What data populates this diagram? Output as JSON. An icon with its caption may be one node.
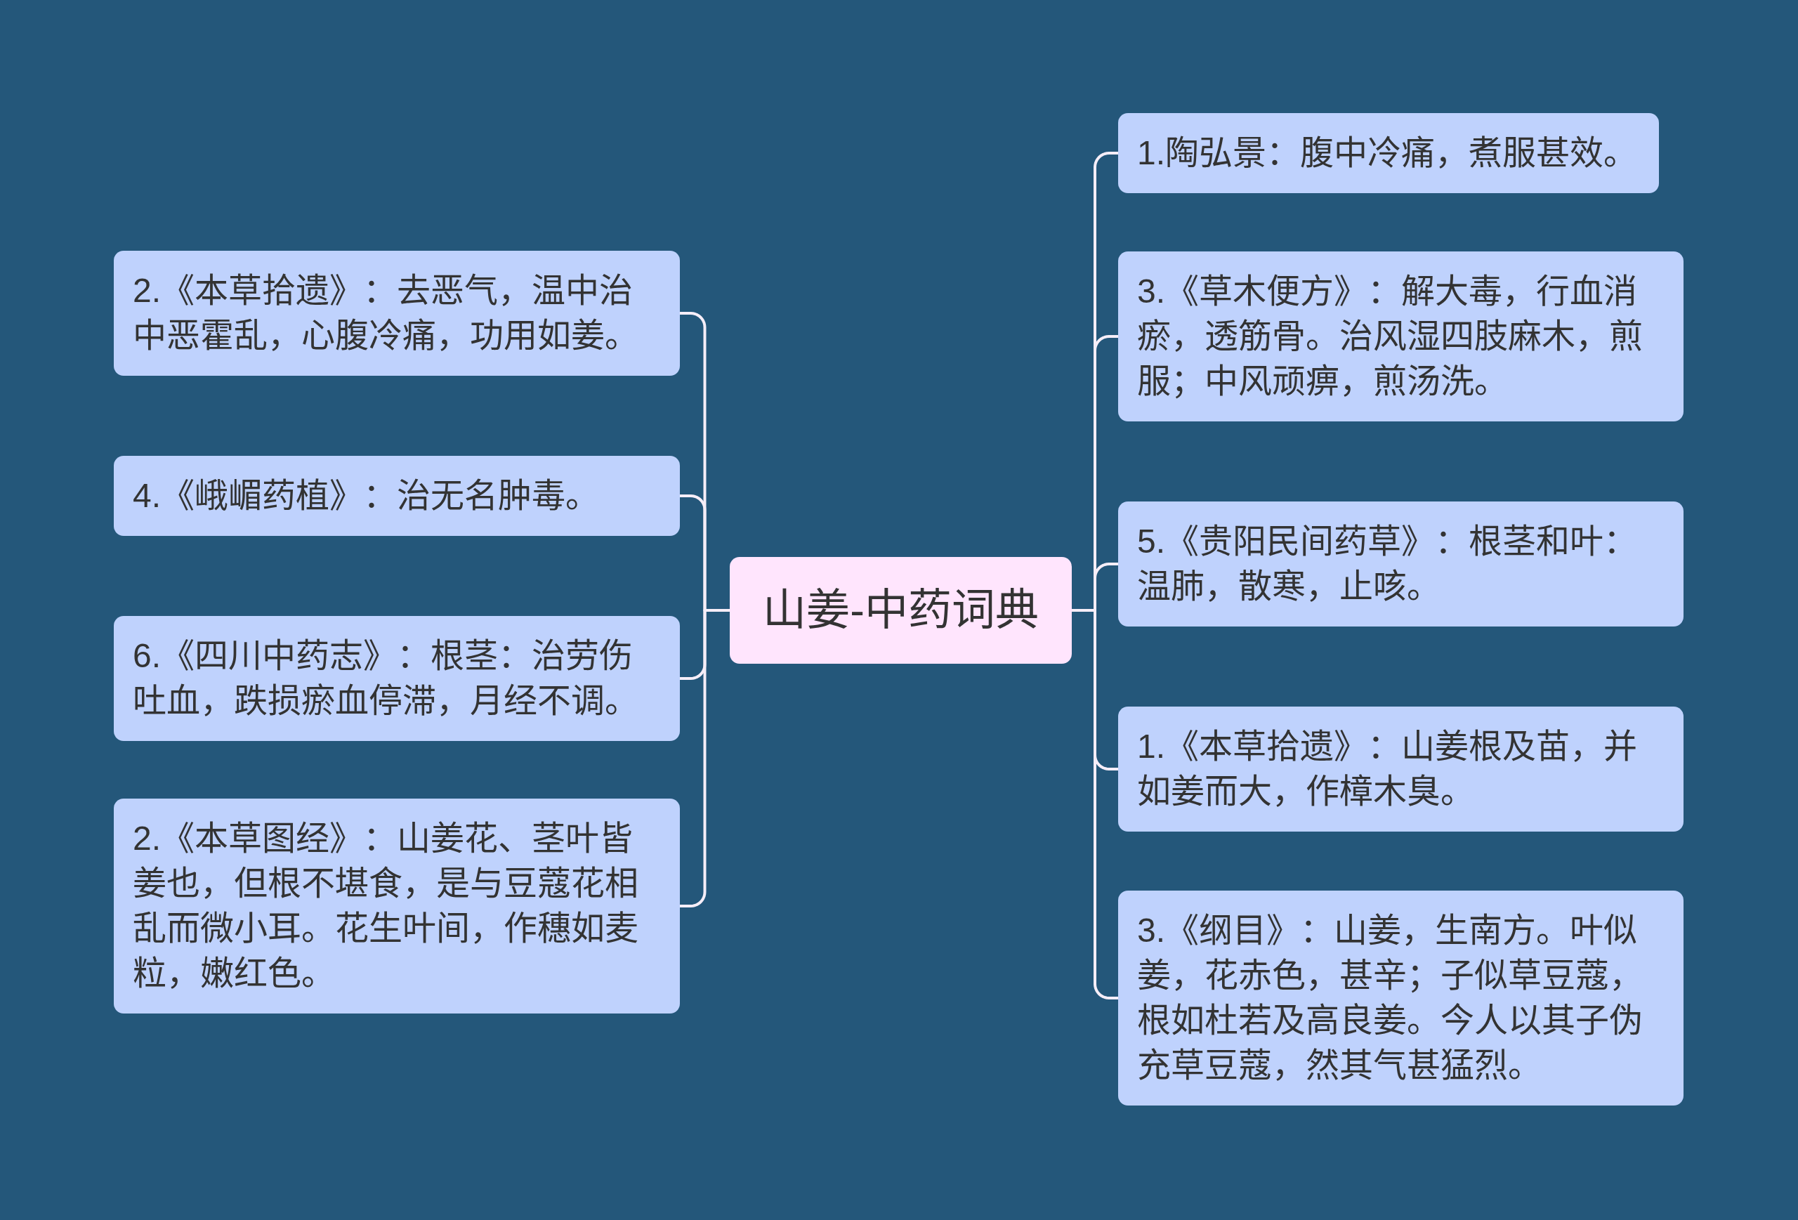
{
  "diagram": {
    "nodes": [
      {
        "text": [
          "山姜-中药词典"
        ]
      },
      {
        "text": [
          "1.陶弘景：腹中冷痛，煮服甚效。"
        ]
      },
      {
        "text": [
          "2.《本草拾遗》：去恶气，温中治中恶霍乱，心腹冷痛，功用如姜。"
        ]
      },
      {
        "text": [
          "3.《草木便方》：解大毒，行血消瘀，透筋骨。治风湿四肢麻木，煎服；中风顽痹，煎汤洗。"
        ]
      },
      {
        "text": [
          "4.《峨嵋药植》：治无名肿毒。"
        ]
      },
      {
        "text": [
          "5.《贵阳民间药草》：根茎和叶：温肺，散寒，止咳。"
        ]
      },
      {
        "text": [
          "6.《四川中药志》：根茎：治劳伤吐血，跌损瘀血停滞，月经不调。"
        ]
      },
      {
        "text": [
          "1.《本草拾遗》：山姜根及苗，并如姜而大，作樟木臭。"
        ]
      },
      {
        "text": [
          "2.《本草图经》：山姜花、茎叶皆姜也，但根不堪食，是与豆蔻花相乱而微小耳。花生叶间，作穗如麦粒，嫩红色。"
        ]
      },
      {
        "text": [
          "3.《纲目》：山姜，生南方。叶似姜，花赤色，甚辛；子似草豆蔻，根如杜若及高良姜。今人以其子伪充草豆蔻，然其气甚猛烈。"
        ]
      }
    ],
    "edges": [
      {
        "from": 0,
        "to": 1,
        "arrow": "none"
      },
      {
        "from": 0,
        "to": 2,
        "arrow": "none"
      },
      {
        "from": 0,
        "to": 3,
        "arrow": "none"
      },
      {
        "from": 0,
        "to": 4,
        "arrow": "none"
      },
      {
        "from": 0,
        "to": 5,
        "arrow": "none"
      },
      {
        "from": 0,
        "to": 6,
        "arrow": "none"
      },
      {
        "from": 0,
        "to": 7,
        "arrow": "none"
      },
      {
        "from": 0,
        "to": 8,
        "arrow": "none"
      },
      {
        "from": 0,
        "to": 9,
        "arrow": "none"
      }
    ]
  }
}
